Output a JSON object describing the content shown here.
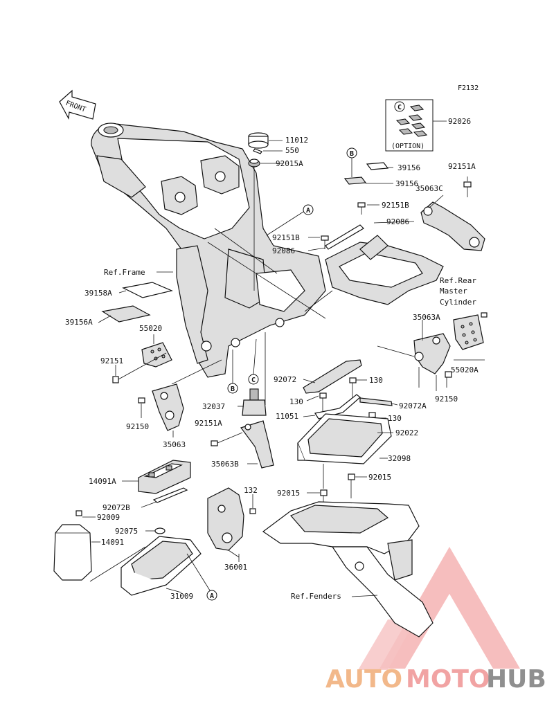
{
  "diagram": {
    "code": "F2132",
    "front_label": "FRONT",
    "option_label": "(OPTION)",
    "ref_labels": {
      "frame": "Ref.Frame",
      "rear_master_1": "Ref.Rear",
      "rear_master_2": "Master",
      "rear_master_3": "Cylinder",
      "fenders": "Ref.Fenders"
    },
    "callouts": {
      "A": "A",
      "B": "B",
      "C": "C"
    },
    "parts": {
      "p11012": "11012",
      "p550": "550",
      "p92015A": "92015A",
      "p92026": "92026",
      "p39156_1": "39156",
      "p39156_2": "39156",
      "p92151A_1": "92151A",
      "p92151B_1": "92151B",
      "p35063C": "35063C",
      "p92086_1": "92086",
      "p92151B_2": "92151B",
      "p92086_2": "92086",
      "p39158A": "39158A",
      "p39156A": "39156A",
      "p55020": "55020",
      "p92151": "92151",
      "p35063A": "35063A",
      "p55020A": "55020A",
      "p92150_1": "92150",
      "p92072": "92072",
      "p130_1": "130",
      "p130_2": "130",
      "p92072A": "92072A",
      "p11051": "11051",
      "p130_3": "130",
      "p32037": "32037",
      "p92150_2": "92150",
      "p35063": "35063",
      "p92151A_2": "92151A",
      "p92022": "92022",
      "p35063B": "35063B",
      "p32098": "32098",
      "p14091A": "14091A",
      "p92015_1": "92015",
      "p92015_2": "92015",
      "p132": "132",
      "p92072B": "92072B",
      "p92009": "92009",
      "p92075": "92075",
      "p14091": "14091",
      "p36001": "36001",
      "p31009": "31009"
    }
  },
  "watermark": {
    "word_1": "AUTO",
    "word_2": "MOTO",
    "word_3": "HUB",
    "color_1": "#f2b88a",
    "color_2": "#f1a3a3",
    "color_3": "#8f8f8f"
  }
}
